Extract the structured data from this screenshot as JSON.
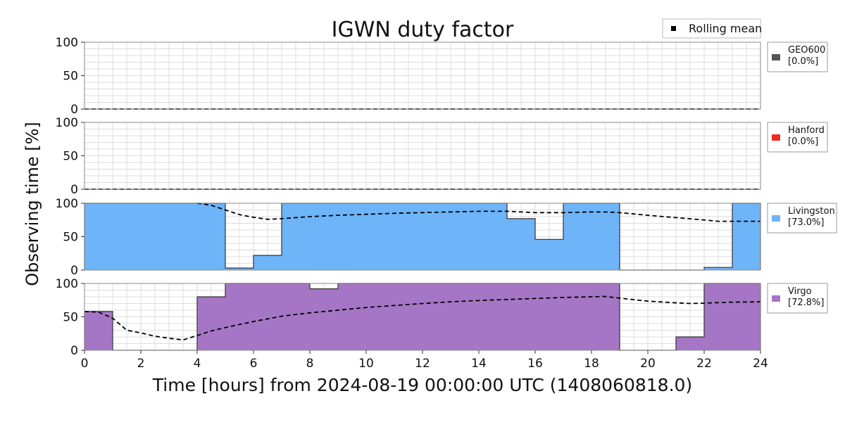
{
  "title": "IGWN duty factor",
  "xlabel": "Time [hours] from 2024-08-19 00:00:00 UTC (1408060818.0)",
  "ylabel": "Observing time [%]",
  "rolling_mean_label": "Rolling mean",
  "chart_data": [
    {
      "type": "area",
      "name": "GEO600",
      "legend": [
        "GEO600",
        "[0.0%]"
      ],
      "color": "#555555",
      "xlim": [
        0,
        24
      ],
      "ylim": [
        0,
        100
      ],
      "yticks": [
        0,
        50,
        100
      ],
      "xticks": [
        0,
        2,
        4,
        6,
        8,
        10,
        12,
        14,
        16,
        18,
        20,
        22,
        24
      ],
      "grid": true,
      "hourly": [
        0,
        0,
        0,
        0,
        0,
        0,
        0,
        0,
        0,
        0,
        0,
        0,
        0,
        0,
        0,
        0,
        0,
        0,
        0,
        0,
        0,
        0,
        0,
        0
      ],
      "rolling_mean": [
        [
          0,
          0
        ],
        [
          24,
          0
        ]
      ]
    },
    {
      "type": "area",
      "name": "Hanford",
      "legend": [
        "Hanford",
        "[0.0%]"
      ],
      "color": "#ee2a2a",
      "xlim": [
        0,
        24
      ],
      "ylim": [
        0,
        100
      ],
      "yticks": [
        0,
        50,
        100
      ],
      "xticks": [
        0,
        2,
        4,
        6,
        8,
        10,
        12,
        14,
        16,
        18,
        20,
        22,
        24
      ],
      "grid": true,
      "hourly": [
        0,
        0,
        0,
        0,
        0,
        0,
        0,
        0,
        0,
        0,
        0,
        0,
        0,
        0,
        0,
        0,
        0,
        0,
        0,
        0,
        0,
        0,
        0,
        0
      ],
      "rolling_mean": [
        [
          0,
          0
        ],
        [
          24,
          0
        ]
      ]
    },
    {
      "type": "area",
      "name": "Livingston",
      "legend": [
        "Livingston",
        "[73.0%]"
      ],
      "color": "#6eb4f8",
      "xlim": [
        0,
        24
      ],
      "ylim": [
        0,
        100
      ],
      "yticks": [
        0,
        50,
        100
      ],
      "xticks": [
        0,
        2,
        4,
        6,
        8,
        10,
        12,
        14,
        16,
        18,
        20,
        22,
        24
      ],
      "grid": true,
      "hourly": [
        100,
        100,
        100,
        100,
        100,
        3,
        22,
        100,
        100,
        100,
        100,
        100,
        100,
        100,
        100,
        77,
        46,
        100,
        100,
        0,
        0,
        0,
        4,
        100
      ],
      "rolling_mean": [
        [
          4,
          100
        ],
        [
          4.5,
          97
        ],
        [
          5,
          90
        ],
        [
          5.5,
          83
        ],
        [
          6,
          79
        ],
        [
          6.5,
          76
        ],
        [
          7,
          77
        ],
        [
          8,
          80
        ],
        [
          9,
          82
        ],
        [
          10,
          83.5
        ],
        [
          11,
          85
        ],
        [
          12,
          86
        ],
        [
          13,
          87
        ],
        [
          14,
          88
        ],
        [
          15,
          88
        ],
        [
          16,
          86
        ],
        [
          17,
          86
        ],
        [
          18,
          87
        ],
        [
          18.5,
          87
        ],
        [
          19,
          86
        ],
        [
          20,
          82
        ],
        [
          21,
          78.5
        ],
        [
          22,
          75
        ],
        [
          22.5,
          73
        ],
        [
          23,
          73
        ],
        [
          24,
          73
        ]
      ]
    },
    {
      "type": "area",
      "name": "Virgo",
      "legend": [
        "Virgo",
        "[72.8%]"
      ],
      "color": "#a676c6",
      "xlim": [
        0,
        24
      ],
      "ylim": [
        0,
        100
      ],
      "yticks": [
        0,
        50,
        100
      ],
      "xticks": [
        0,
        2,
        4,
        6,
        8,
        10,
        12,
        14,
        16,
        18,
        20,
        22,
        24
      ],
      "grid": true,
      "hourly": [
        58,
        0,
        0,
        0,
        80,
        100,
        100,
        100,
        92,
        100,
        100,
        100,
        100,
        100,
        100,
        100,
        100,
        100,
        100,
        0,
        0,
        20,
        100,
        100
      ],
      "rolling_mean": [
        [
          0,
          58
        ],
        [
          0.5,
          57
        ],
        [
          1,
          48
        ],
        [
          1.5,
          30
        ],
        [
          2,
          26
        ],
        [
          2.5,
          21
        ],
        [
          3,
          18
        ],
        [
          3.5,
          15.5
        ],
        [
          4,
          22
        ],
        [
          4.5,
          29
        ],
        [
          5,
          34
        ],
        [
          6,
          43
        ],
        [
          7,
          51
        ],
        [
          8,
          56
        ],
        [
          9,
          60
        ],
        [
          10,
          64
        ],
        [
          11,
          67
        ],
        [
          12,
          70
        ],
        [
          13,
          72.5
        ],
        [
          14,
          74.5
        ],
        [
          15,
          76
        ],
        [
          16,
          77.5
        ],
        [
          17,
          79
        ],
        [
          18,
          80
        ],
        [
          18.5,
          80.5
        ],
        [
          19,
          78
        ],
        [
          20,
          73.5
        ],
        [
          21,
          71
        ],
        [
          21.5,
          70
        ],
        [
          22,
          70.5
        ],
        [
          23,
          72
        ],
        [
          24,
          72.5
        ]
      ]
    }
  ]
}
